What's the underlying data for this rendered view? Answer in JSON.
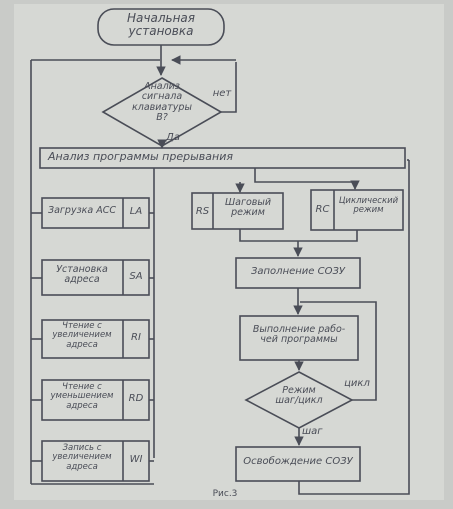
{
  "flowchart": {
    "start": "Начальная\nустановка",
    "decision_keyboard": "Анализ\nсигнала\nклавиатуры\nВ?",
    "label_no": "нет",
    "label_yes": "Да",
    "analysis": "Анализ программы прерывания",
    "left_column": [
      {
        "text": "Загрузка АСС",
        "code": "LA"
      },
      {
        "text": "Установка\nадреса",
        "code": "SA"
      },
      {
        "text": "Чтение с\nувеличением\nадреса",
        "code": "RI"
      },
      {
        "text": "Чтение с\nуменьшением\nадреса",
        "code": "RD"
      },
      {
        "text": "Запись с\nувеличением\nадреса",
        "code": "WI"
      }
    ],
    "mode_step": {
      "code": "RS",
      "text": "Шаговый\nрежим"
    },
    "mode_cycle": {
      "code": "RC",
      "text": "Циклический\nрежим"
    },
    "fill_ram": "Заполнение СОЗУ",
    "execute": "Выполнение рабо-\nчей программы",
    "decision_mode": "Режим\nшаг/цикл",
    "label_cycle": "цикл",
    "label_step": "шаг",
    "release_ram": "Освобождение СОЗУ",
    "caption": "Рис.3"
  },
  "colors": {
    "ink": "#4a4d57",
    "paper": "#d6d8d4",
    "background": "#c9cbc8"
  }
}
